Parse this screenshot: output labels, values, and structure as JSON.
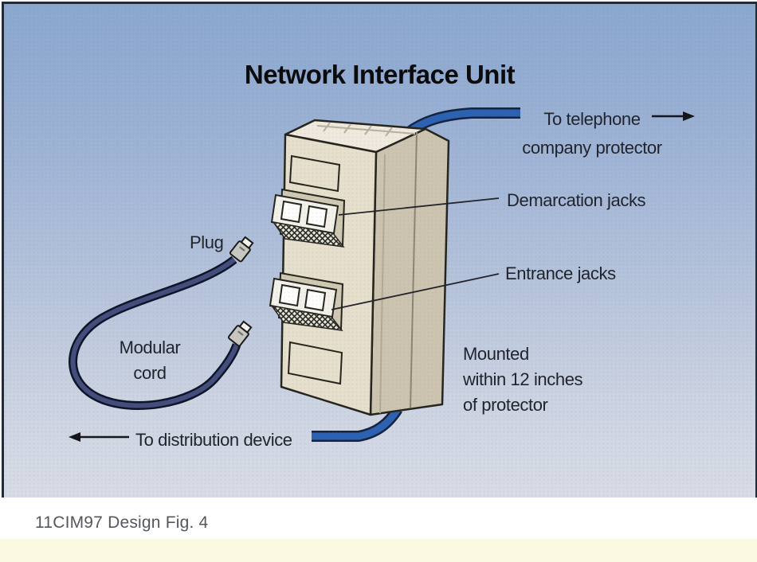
{
  "diagram": {
    "title": "Network Interface Unit",
    "labels": {
      "telephone_line1": "To telephone",
      "telephone_line2": "company protector",
      "demarcation": "Demarcation jacks",
      "entrance": "Entrance jacks",
      "plug": "Plug",
      "cord_line1": "Modular",
      "cord_line2": "cord",
      "mounted_line1": "Mounted",
      "mounted_line2": "within 12 inches",
      "mounted_line3": "of protector",
      "distribution": "To distribution device"
    },
    "colors": {
      "cable_blue": "#2d62b2",
      "cable_outline": "#15233f",
      "cord_navy": "#434e7c",
      "cord_outline": "#0e1428",
      "box_front": "#e6dfcc",
      "box_top": "#efeadd",
      "box_side": "#cdc4b0",
      "line_outline": "#26251d",
      "background_top": "#8ca8cf",
      "background_bottom": "#d9dce6",
      "footer_strip": "#fafae0"
    }
  },
  "caption": {
    "text": "11CIM97 Design Fig. 4"
  }
}
